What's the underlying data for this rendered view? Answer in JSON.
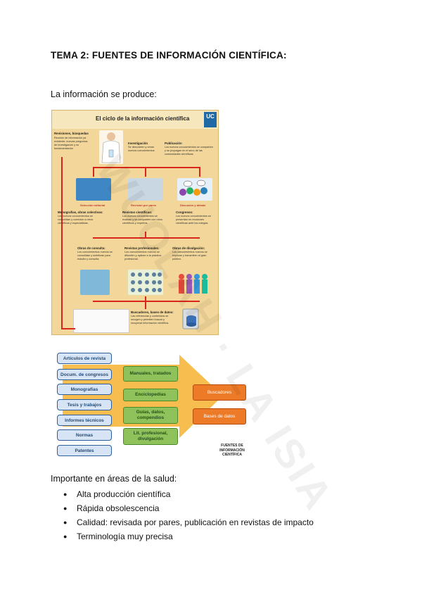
{
  "title": "TEMA 2: FUENTES DE INFORMACIÓN CIENTÍFICA:",
  "intro": "La información se produce:",
  "infographic": {
    "title": "El ciclo de la información científica",
    "logo": "UC",
    "boxes": [
      {
        "head": "Revisiones, búsquedas",
        "text": "Reunión de información ya existente: nuevas preguntas de investigación y su fundamentación"
      },
      {
        "head": "Investigación",
        "text": "Se descubren y crean nuevos conocimientos"
      },
      {
        "head": "Publicación",
        "text": "Los nuevos conocimientos se comparten y se propagan en el seno de las comunidades científicas."
      }
    ],
    "captions": [
      "Selección editorial",
      "Revisión por pares",
      "Discusión y debate"
    ],
    "mid_boxes": [
      {
        "head": "Monografías, obras colectivas:",
        "text": "Los nuevos conocimientos se consolidan y conectan a otros científicos y especialistas."
      },
      {
        "head": "Revistas científicas:",
        "text": "Los nuevos conocimientos se evalúan y se comparten con otros científicos y expertos."
      },
      {
        "head": "Congresos:",
        "text": "Los nuevos conocimientos se presentan en reuniones científicas ante los colegas."
      }
    ],
    "low_boxes": [
      {
        "head": "Obras de consulta:",
        "text": "Los conocimientos nuevos se consolidan y sintetizan para estudio y consulta."
      },
      {
        "head": "Revistas profesionales:",
        "text": "Los conocimientos nuevos se difunden y aplican a la práctica profesional."
      },
      {
        "head": "Obras de divulgación:",
        "text": "Los conocimientos nuevos se explican y transmiten al gran público."
      }
    ],
    "bottom_box": {
      "head": "Buscadores, bases de datos:",
      "text": "Las referencias y contenidos se recogen y permiten buscar y recuperar información científica."
    }
  },
  "sources": {
    "left": [
      "Artículos de revista",
      "Docum. de congresos",
      "Monografías",
      "Tesis y trabajos",
      "Informes técnicos",
      "Normas",
      "Patentes"
    ],
    "middle": [
      "Manuales, tratados",
      "Enciclopedias",
      "Guías, datos, compendios",
      "Lit. profesional, divulgación"
    ],
    "right": [
      "Buscadores",
      "Bases de datos"
    ],
    "label": "FUENTES DE INFORMACIÓN CIENTÍFICA",
    "colors": {
      "blue": "#2e5f9a",
      "green": "#8fc25a",
      "orange": "#ec7a27",
      "arrow": "#f6b73c"
    }
  },
  "health_intro": "Importante en áreas de la salud:",
  "bullets": [
    "Alta producción científica",
    "Rápida obsolescencia",
    "Calidad: revisada por pares, publicación en revistas de impacto",
    "Terminología muy precisa"
  ],
  "watermark": "WUOLAH · LA ISIA"
}
